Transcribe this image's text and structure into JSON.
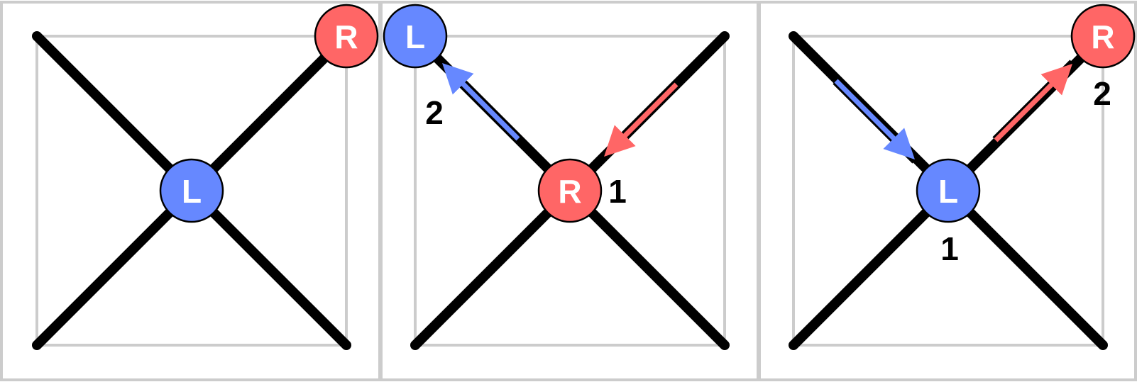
{
  "colors": {
    "left_marker": "#6688ff",
    "right_marker": "#ff6666",
    "diagonal_line": "#000000",
    "frame": "#cccccc",
    "marker_outline": "#000000"
  },
  "panels": [
    {
      "markers": [
        {
          "letter": "L",
          "role": "left",
          "position": "center"
        },
        {
          "letter": "R",
          "role": "right",
          "position": "top-right corner"
        }
      ],
      "moves": [],
      "numbers": []
    },
    {
      "markers": [
        {
          "letter": "L",
          "role": "left",
          "position": "top-left corner"
        },
        {
          "letter": "R",
          "role": "right",
          "position": "center"
        }
      ],
      "moves": [
        {
          "role": "right",
          "from": "top-right",
          "to": "center"
        },
        {
          "role": "left",
          "from": "center",
          "to": "top-left"
        }
      ],
      "numbers": [
        "1",
        "2"
      ]
    },
    {
      "markers": [
        {
          "letter": "L",
          "role": "left",
          "position": "center"
        },
        {
          "letter": "R",
          "role": "right",
          "position": "top-right corner"
        }
      ],
      "moves": [
        {
          "role": "left",
          "from": "top-left",
          "to": "center"
        },
        {
          "role": "right",
          "from": "center",
          "to": "top-right"
        }
      ],
      "numbers": [
        "1",
        "2"
      ]
    }
  ]
}
